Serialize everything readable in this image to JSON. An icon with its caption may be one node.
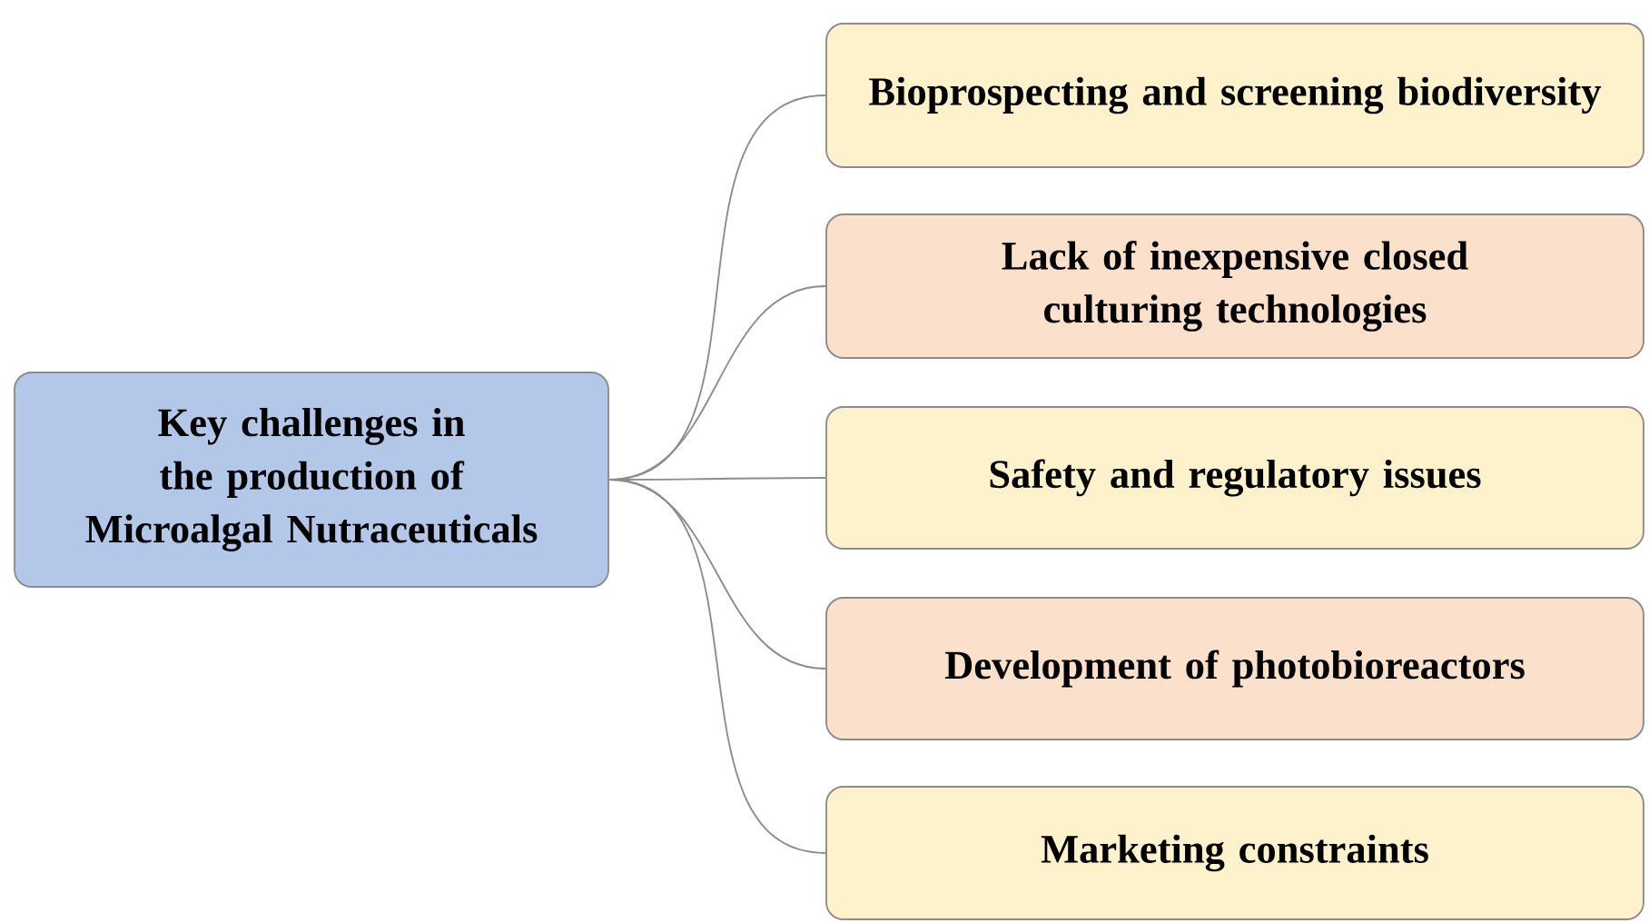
{
  "diagram": {
    "nodes": [
      {
        "text": [
          "Key challenges in the production of Microalgal Nutraceuticals"
        ]
      },
      {
        "text": [
          "Bioprospecting and screening biodiversity"
        ]
      },
      {
        "text": [
          "Lack of inexpensive closed culturing technologies"
        ]
      },
      {
        "text": [
          "Safety and regulatory issues"
        ]
      },
      {
        "text": [
          "Development of photobioreactors"
        ]
      },
      {
        "text": [
          "Marketing constraints"
        ]
      }
    ],
    "edges": [
      {
        "from": 0,
        "to": 1,
        "arrow": "none"
      },
      {
        "from": 0,
        "to": 2,
        "arrow": "none"
      },
      {
        "from": 0,
        "to": 3,
        "arrow": "none"
      },
      {
        "from": 0,
        "to": 4,
        "arrow": "none"
      },
      {
        "from": 0,
        "to": 5,
        "arrow": "none"
      }
    ]
  }
}
